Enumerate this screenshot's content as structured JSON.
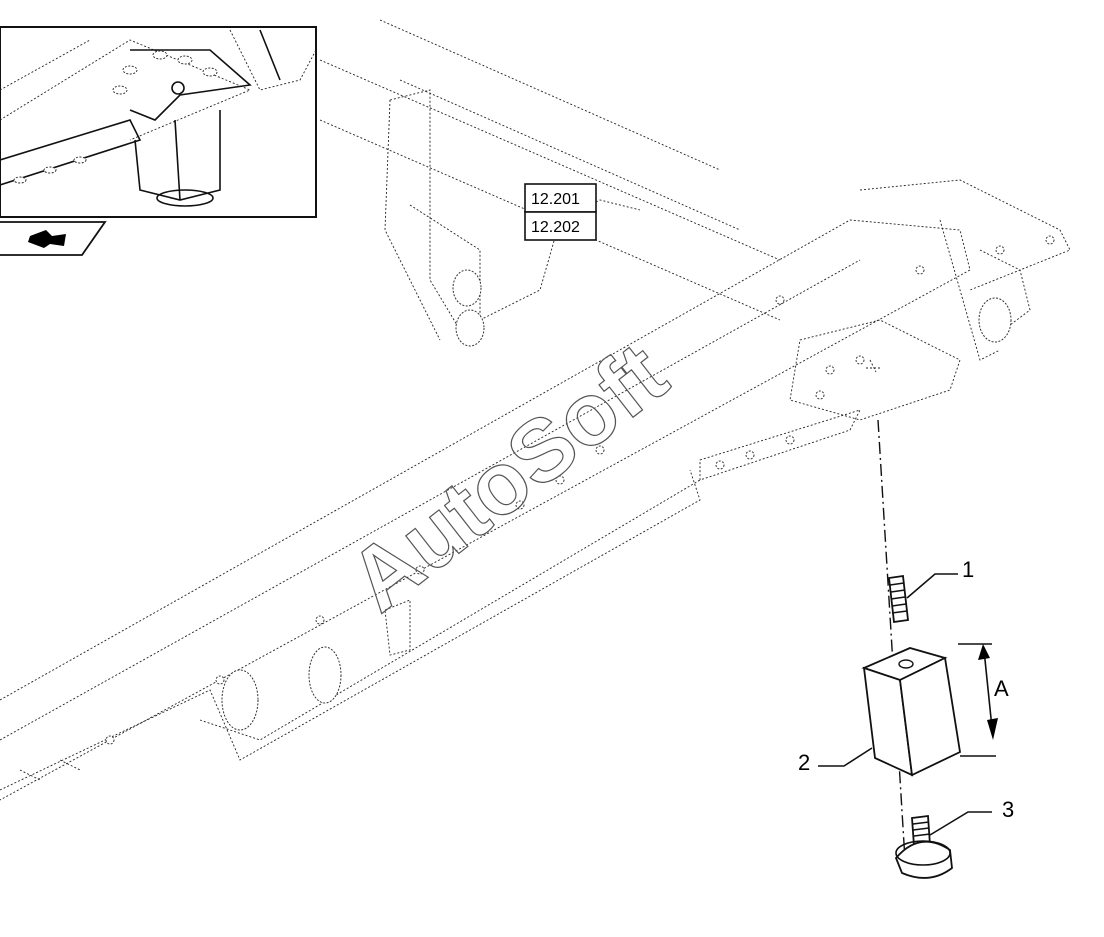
{
  "refs": {
    "upper": "12.201",
    "lower": "12.202"
  },
  "callouts": {
    "stud": "1",
    "block": "2",
    "foot": "3",
    "dimension": "A"
  },
  "watermark": "AutoSoft"
}
